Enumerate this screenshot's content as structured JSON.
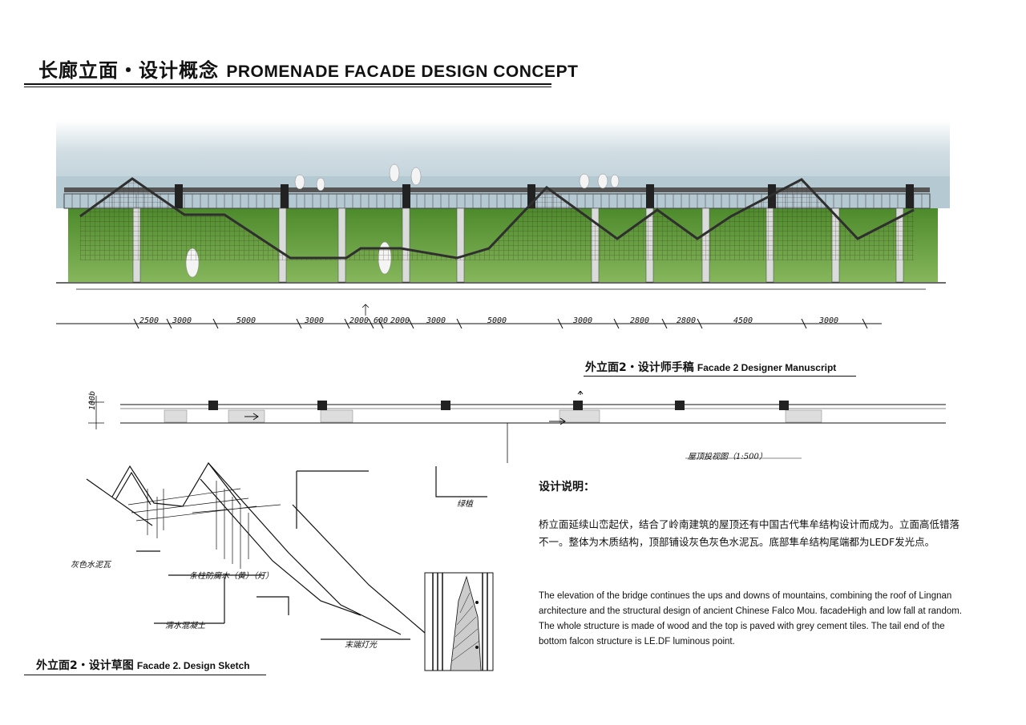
{
  "page": {
    "title_cn": "长廊立面・设计概念",
    "title_en": "PROMENADE FACADE DESIGN CONCEPT"
  },
  "elevation": {
    "dimensions": [
      "2500",
      "3000",
      "5000",
      "3000",
      "2000",
      "600",
      "2000",
      "3000",
      "5000",
      "3000",
      "2800",
      "2800",
      "4500",
      "3000"
    ],
    "caption_cn": "外立面2・设计师手稿",
    "caption_en": "Facade 2 Designer Manuscript"
  },
  "plan": {
    "dim_label": "100b",
    "plan_label": "屋顶投视图（1:500）"
  },
  "sketch": {
    "labels": {
      "grey_tile": "灰色水泥瓦",
      "beam_wood": "条柱防腐木（黄）（灯）",
      "concrete": "清水混凝土",
      "end_light": "末端灯光",
      "green_board": "绿植"
    },
    "caption_cn": "外立面2・设计草图",
    "caption_en": "Facade 2. Design Sketch"
  },
  "description": {
    "heading": "设计说明：",
    "text_cn": "桥立面延续山峦起伏，结合了岭南建筑的屋顶还有中国古代隼牟结构设计而成为。立面高低错落不一。整体为木质结构，顶部铺设灰色灰色水泥瓦。底部隼牟结构尾端都为LEDF发光点。",
    "text_en": "The elevation of the bridge continues the ups and downs of mountains, combining the roof of Lingnan architecture and the structural design of ancient Chinese Falco Mou. facadeHigh and low fall at random. The whole structure is made of wood and the top is paved with grey cement tiles. The tail end of the bottom falcon structure is LE.DF luminous point."
  },
  "colors": {
    "sky": "#b9ccd6",
    "greenery": "#5f9a3c",
    "structure": "#333333"
  }
}
